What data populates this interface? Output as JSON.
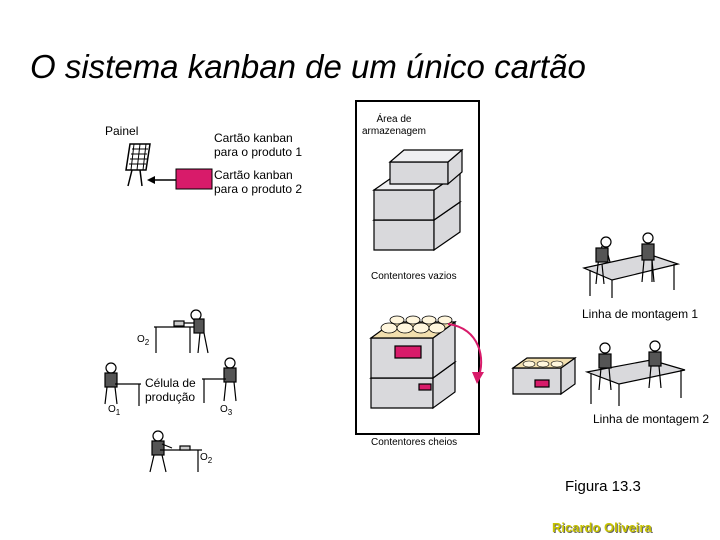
{
  "title": "O sistema kanban de um único cartão",
  "labels": {
    "painel": "Painel",
    "card1_line1": "Cartão kanban",
    "card1_line2": "para o produto 1",
    "card2_line1": "Cartão kanban",
    "card2_line2": "para o produto 2",
    "storage_line1": "Área de",
    "storage_line2": "armazenagem",
    "empty_containers": "Contentores vazios",
    "full_containers": "Contentores cheios",
    "assembly_line_1": "Linha de montagem 1",
    "assembly_line_2": "Linha de montagem 2",
    "cell_line1": "Célula de",
    "cell_line2": "produção",
    "op_o2_top": "O",
    "op_o2_top_sub": "2",
    "op_o1": "O",
    "op_o1_sub": "1",
    "op_o3": "O",
    "op_o3_sub": "3",
    "op_o2_bottom": "O",
    "op_o2_bottom_sub": "2"
  },
  "figure_caption": "Figura 13.3",
  "author": "Ricardo Oliveira",
  "colors": {
    "kanban_card": "#d81b6a",
    "container_fill": "#d9d9dc",
    "full_top": "#f2dfae",
    "arrow": "#d81b6a",
    "author": "#c8c400"
  }
}
